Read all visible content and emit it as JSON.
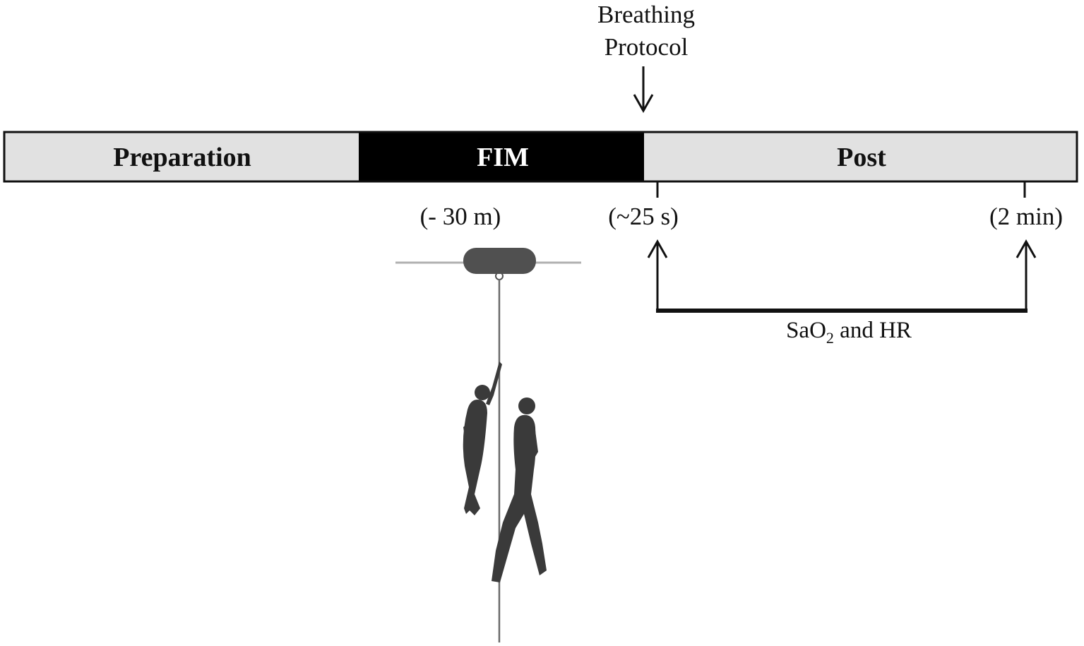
{
  "breathing_protocol": {
    "line1": "Breathing",
    "line2": "Protocol"
  },
  "timeline": {
    "phases": [
      {
        "label": "Preparation",
        "color": "#e1e1e1",
        "text_color": "#111111"
      },
      {
        "label": "FIM",
        "color": "#000000",
        "text_color": "#ffffff"
      },
      {
        "label": "Post",
        "color": "#e1e1e1",
        "text_color": "#111111"
      }
    ]
  },
  "markers": {
    "depth": "(- 30 m)",
    "t_start": "(~25 s)",
    "t_end": "(2 min)"
  },
  "measurement": {
    "prefix": "SaO",
    "subscript": "2",
    "suffix": " and HR"
  },
  "colors": {
    "line": "#111111",
    "buoy": "#505050",
    "surface": "#b0b0b0",
    "silhouette": "#3a3a3a"
  }
}
